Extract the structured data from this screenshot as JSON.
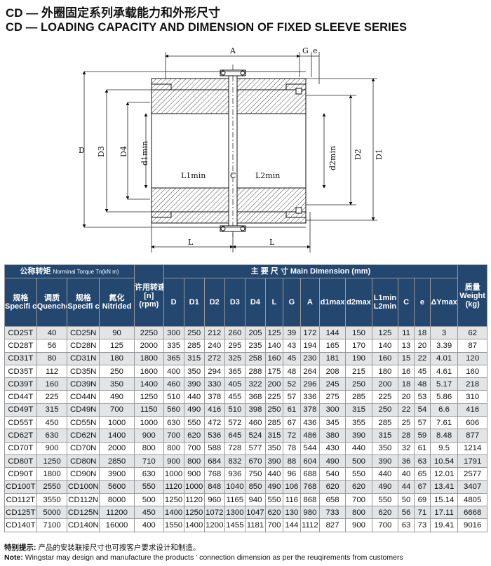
{
  "header": {
    "title_cn": "CD — 外圈固定系列承载能力和外形尺寸",
    "title_en": "CD — LOADING CAPACITY AND DIMENSION OF FIXED SLEEVE SERIES"
  },
  "drawing": {
    "labels": {
      "A": "A",
      "G": "G",
      "e": "e",
      "D": "D",
      "D1": "D1",
      "D2": "D2",
      "D3": "D3",
      "D4": "D4",
      "d1min": "d1min",
      "d2min": "d2min",
      "L1min": "L1min",
      "L2min": "L2min",
      "C": "C",
      "L": "L"
    }
  },
  "table": {
    "head": {
      "torque_group": "公称转矩",
      "torque_group_en": "Norminal Torque Tn(kN m)",
      "speed": "许用转速",
      "speed_unit": "[n]",
      "speed_rpm": "(rpm)",
      "main_dim": "主 要 尺 寸 Main Dimension (mm)",
      "weight_cn": "质量",
      "weight_en": "Weight",
      "weight_unit": "(kg)",
      "spec_cn": "规格",
      "spec_en": "Specifi cation",
      "qt_cn": "调质",
      "qt_en": "Quenched and Tempered",
      "nit_cn": "氮化",
      "nit_en": "Nitrided",
      "cols": [
        "D",
        "D1",
        "D2",
        "D3",
        "D4",
        "L",
        "G",
        "A"
      ],
      "d1max": "d1max",
      "d2max": "d2max",
      "l1min": "L1min",
      "l2min": "L2min",
      "c": "C",
      "e": "e",
      "dymax": "ΔYmax"
    },
    "rows": [
      [
        "CD25T",
        "40",
        "CD25N",
        "90",
        "2250",
        "300",
        "250",
        "212",
        "260",
        "205",
        "125",
        "39",
        "172",
        "144",
        "150",
        "125",
        "11",
        "18",
        "3",
        "62"
      ],
      [
        "CD28T",
        "56",
        "CD28N",
        "125",
        "2000",
        "335",
        "285",
        "240",
        "295",
        "235",
        "140",
        "43",
        "194",
        "165",
        "170",
        "140",
        "13",
        "20",
        "3.39",
        "87"
      ],
      [
        "CD31T",
        "80",
        "CD31N",
        "180",
        "1800",
        "365",
        "315",
        "272",
        "325",
        "258",
        "160",
        "45",
        "230",
        "181",
        "190",
        "160",
        "15",
        "22",
        "4.01",
        "120"
      ],
      [
        "CD35T",
        "112",
        "CD35N",
        "250",
        "1600",
        "400",
        "350",
        "294",
        "365",
        "288",
        "175",
        "48",
        "264",
        "208",
        "215",
        "180",
        "16",
        "45",
        "4.61",
        "160"
      ],
      [
        "CD39T",
        "160",
        "CD39N",
        "350",
        "1400",
        "460",
        "390",
        "330",
        "405",
        "322",
        "200",
        "52",
        "296",
        "245",
        "250",
        "200",
        "18",
        "48",
        "5.17",
        "218"
      ],
      [
        "CD44T",
        "225",
        "CD44N",
        "490",
        "1250",
        "510",
        "440",
        "378",
        "455",
        "368",
        "225",
        "57",
        "336",
        "275",
        "285",
        "225",
        "20",
        "53",
        "5.86",
        "310"
      ],
      [
        "CD49T",
        "315",
        "CD49N",
        "700",
        "1150",
        "560",
        "490",
        "416",
        "510",
        "398",
        "250",
        "61",
        "378",
        "300",
        "315",
        "250",
        "22",
        "54",
        "6.6",
        "416"
      ],
      [
        "CD55T",
        "450",
        "CD55N",
        "1000",
        "1000",
        "630",
        "550",
        "472",
        "572",
        "460",
        "285",
        "67",
        "436",
        "345",
        "355",
        "285",
        "25",
        "57",
        "7.61",
        "606"
      ],
      [
        "CD62T",
        "630",
        "CD62N",
        "1400",
        "900",
        "700",
        "620",
        "536",
        "645",
        "524",
        "315",
        "72",
        "486",
        "380",
        "390",
        "315",
        "28",
        "59",
        "8.48",
        "877"
      ],
      [
        "CD70T",
        "900",
        "CD70N",
        "2000",
        "800",
        "800",
        "700",
        "588",
        "728",
        "577",
        "350",
        "78",
        "544",
        "430",
        "440",
        "350",
        "32",
        "61",
        "9.5",
        "1214"
      ],
      [
        "CD80T",
        "1250",
        "CD80N",
        "2850",
        "710",
        "900",
        "800",
        "684",
        "832",
        "670",
        "390",
        "88",
        "604",
        "490",
        "500",
        "390",
        "36",
        "63",
        "10.54",
        "1791"
      ],
      [
        "CD90T",
        "1800",
        "CD90N",
        "3900",
        "630",
        "1000",
        "900",
        "768",
        "936",
        "750",
        "440",
        "96",
        "688",
        "540",
        "550",
        "440",
        "40",
        "65",
        "12.01",
        "2577"
      ],
      [
        "CD100T",
        "2550",
        "CD100N",
        "5600",
        "550",
        "1120",
        "1000",
        "848",
        "1040",
        "850",
        "490",
        "106",
        "768",
        "620",
        "620",
        "490",
        "44",
        "67",
        "13.41",
        "3407"
      ],
      [
        "CD112T",
        "3550",
        "CD112N",
        "8000",
        "500",
        "1250",
        "1120",
        "960",
        "1165",
        "940",
        "550",
        "116",
        "868",
        "658",
        "700",
        "550",
        "50",
        "69",
        "15.14",
        "4805"
      ],
      [
        "CD125T",
        "5000",
        "CD125N",
        "11200",
        "450",
        "1400",
        "1250",
        "1072",
        "1300",
        "1047",
        "620",
        "130",
        "980",
        "733",
        "800",
        "620",
        "56",
        "71",
        "17.11",
        "6668"
      ],
      [
        "CD140T",
        "7100",
        "CD140N",
        "16000",
        "400",
        "1550",
        "1400",
        "1200",
        "1455",
        "1181",
        "700",
        "144",
        "1112",
        "827",
        "900",
        "700",
        "63",
        "73",
        "19.41",
        "9016"
      ]
    ]
  },
  "notes": {
    "cn_label": "特别提示:",
    "cn_text": "产品的安装联接尺寸也可按客户要求设计和制造。",
    "en_label": "Note:",
    "en_text": "Wingstar may design and manufacture the products ' connection dimension as per the reuqirements from customers"
  }
}
